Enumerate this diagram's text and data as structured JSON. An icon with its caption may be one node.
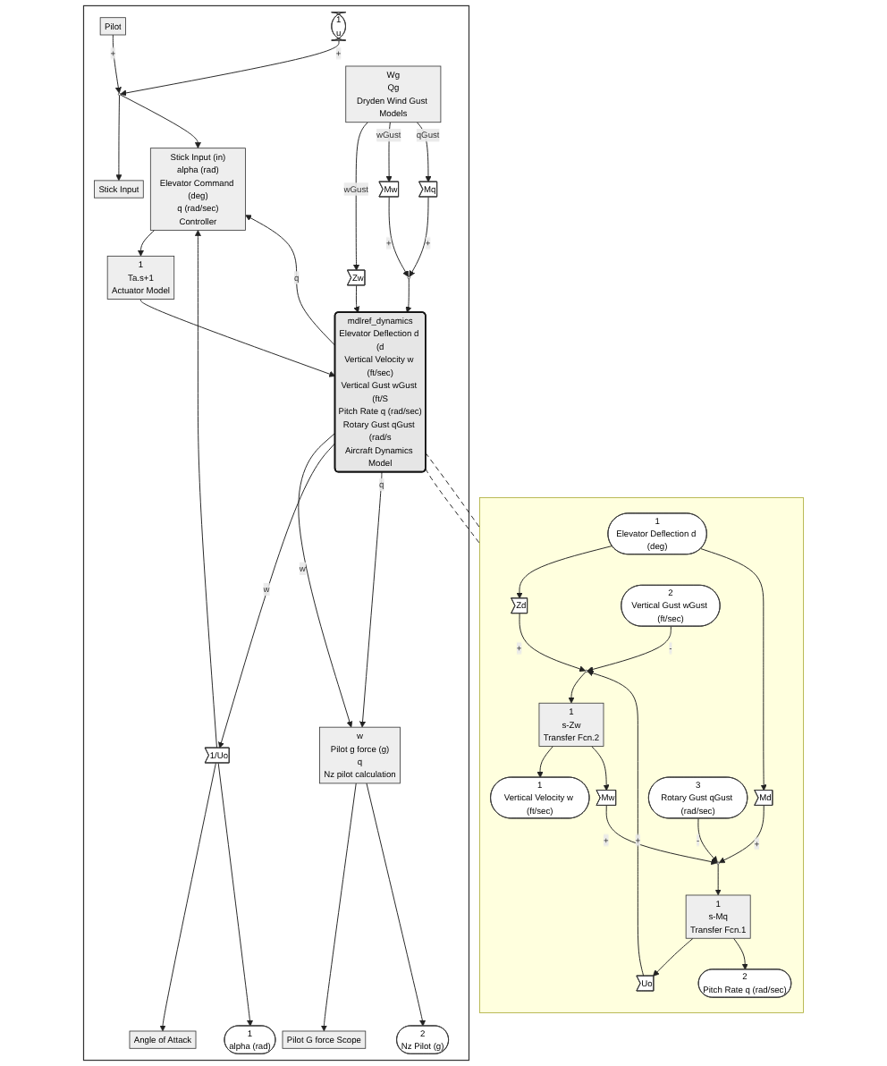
{
  "diagram": {
    "nodes": [
      {
        "text": [],
        "shape": "box"
      },
      {
        "text": [
          "Pilot"
        ],
        "in": 0
      },
      {
        "text": [],
        "shape": "circle",
        "in": 0
      },
      {
        "text": [
          "1",
          "u"
        ],
        "in": 0
      },
      {
        "text": [
          "Stick Input"
        ],
        "in": 0
      },
      {
        "text": [
          "Stick Input (in)",
          "alpha (rad)",
          "Elevator Command (deg)",
          "q (rad/sec)",
          "Controller"
        ],
        "in": 0
      },
      {
        "text": [
          "1",
          "Ta.s+1",
          "Actuator Model"
        ],
        "in": 0
      },
      {
        "text": [
          "Zw"
        ],
        "in": 0
      },
      {
        "text": [
          "Mw"
        ],
        "in": 0
      },
      {
        "text": [
          "Mq"
        ],
        "in": 0
      },
      {
        "text": [
          "Wg",
          "Qg",
          "Dryden Wind Gust Models"
        ],
        "in": 0
      },
      {
        "text": [],
        "shape": "circle",
        "in": 0
      },
      {
        "text": [
          "mdlref_dynamics",
          "Elevator Deflection d (d",
          "Vertical Velocity w (ft/sec)",
          "Vertical Gust wGust (ft/S",
          "Pitch Rate q (rad/sec)",
          "Rotary Gust qGust (rad/s",
          "Aircraft Dynamics Model"
        ],
        "in": 0
      },
      {
        "text": [
          "w",
          "Pilot g force (g)",
          "q",
          "Nz pilot calculation"
        ],
        "in": 0
      },
      {
        "text": [
          "Pilot G force Scope"
        ],
        "in": 0
      },
      {
        "text": [
          "2",
          "Nz Pilot (g)"
        ],
        "in": 0
      },
      {
        "text": [
          "Angle of Attack"
        ],
        "in": 0
      },
      {
        "text": [
          "1/Uo"
        ],
        "in": 0
      },
      {
        "text": [
          "1",
          "alpha (rad)"
        ],
        "in": 0
      },
      {
        "text": [],
        "shape": "box"
      },
      {
        "text": [
          "1",
          "Elevator Deflection d (deg)"
        ],
        "in": 19
      },
      {
        "text": [
          "Zd"
        ],
        "in": 19
      },
      {
        "text": [
          "2",
          "Vertical Gust wGust (ft/sec)"
        ],
        "in": 19
      },
      {
        "text": [],
        "shape": "circle",
        "in": 19
      },
      {
        "text": [
          "1",
          "s-Zw",
          "Transfer Fcn.2"
        ],
        "in": 19
      },
      {
        "text": [
          "1",
          "Vertical Velocity w (ft/sec)"
        ],
        "in": 19
      },
      {
        "text": [
          "Uo"
        ],
        "in": 19
      },
      {
        "text": [
          "Mw"
        ],
        "in": 19
      },
      {
        "text": [
          "3",
          "Rotary Gust qGust (rad/sec)"
        ],
        "in": 19
      },
      {
        "text": [],
        "shape": "circle",
        "in": 19
      },
      {
        "text": [
          "1",
          "s-Mq",
          "Transfer Fcn.1"
        ],
        "in": 19
      },
      {
        "text": [
          "2",
          "Pitch Rate q (rad/sec)"
        ],
        "in": 19
      },
      {
        "text": [
          "Md"
        ],
        "in": 19
      }
    ],
    "edges": [
      {
        "from": 1,
        "to": 2,
        "arrow": "to",
        "label": "+"
      },
      {
        "from": 3,
        "to": 2,
        "arrow": "to",
        "label": "+"
      },
      {
        "from": 2,
        "to": 4,
        "arrow": "to"
      },
      {
        "from": 2,
        "to": 5,
        "arrow": "to"
      },
      {
        "from": 5,
        "to": 6,
        "arrow": "to"
      },
      {
        "from": 6,
        "to": 12,
        "arrow": "to"
      },
      {
        "from": 10,
        "to": 7,
        "arrow": "to",
        "label": "wGust"
      },
      {
        "from": 10,
        "to": 8,
        "arrow": "to",
        "label": "wGust"
      },
      {
        "from": 10,
        "to": 9,
        "arrow": "to",
        "label": "qGust"
      },
      {
        "from": 7,
        "to": 12,
        "arrow": "to"
      },
      {
        "from": 8,
        "to": 11,
        "arrow": "to",
        "label": "+"
      },
      {
        "from": 9,
        "to": 11,
        "arrow": "to",
        "label": "+"
      },
      {
        "from": 11,
        "to": 12,
        "arrow": "to"
      },
      {
        "from": 12,
        "to": 13,
        "arrow": "to",
        "label": "w"
      },
      {
        "from": 12,
        "to": 17,
        "arrow": "to",
        "label": "w"
      },
      {
        "from": 12,
        "to": 13,
        "arrow": "to",
        "label": "q"
      },
      {
        "from": 12,
        "to": 5,
        "arrow": "to",
        "label": "q"
      },
      {
        "from": 13,
        "to": 14,
        "arrow": "to"
      },
      {
        "from": 13,
        "to": 15,
        "arrow": "to"
      },
      {
        "from": 17,
        "to": 16,
        "arrow": "to"
      },
      {
        "from": 17,
        "to": 18,
        "arrow": "to"
      },
      {
        "from": 17,
        "to": 5,
        "arrow": "to"
      },
      {
        "from": 12,
        "to": 19,
        "arrow": "none",
        "style": "dashed"
      },
      {
        "from": 12,
        "to": 19,
        "arrow": "none",
        "style": "dashed"
      },
      {
        "from": 20,
        "to": 21,
        "arrow": "to"
      },
      {
        "from": 20,
        "to": 32,
        "arrow": "to"
      },
      {
        "from": 21,
        "to": 23,
        "arrow": "to",
        "label": "+"
      },
      {
        "from": 22,
        "to": 23,
        "arrow": "to",
        "label": "-"
      },
      {
        "from": 26,
        "to": 23,
        "arrow": "to",
        "label": "+"
      },
      {
        "from": 23,
        "to": 24,
        "arrow": "to"
      },
      {
        "from": 24,
        "to": 25,
        "arrow": "to"
      },
      {
        "from": 24,
        "to": 27,
        "arrow": "to"
      },
      {
        "from": 30,
        "to": 26,
        "arrow": "to"
      },
      {
        "from": 27,
        "to": 29,
        "arrow": "to",
        "label": "+"
      },
      {
        "from": 28,
        "to": 29,
        "arrow": "to",
        "label": "-"
      },
      {
        "from": 32,
        "to": 29,
        "arrow": "to",
        "label": "+"
      },
      {
        "from": 29,
        "to": 30,
        "arrow": "to"
      },
      {
        "from": 30,
        "to": 31,
        "arrow": "to"
      }
    ]
  }
}
